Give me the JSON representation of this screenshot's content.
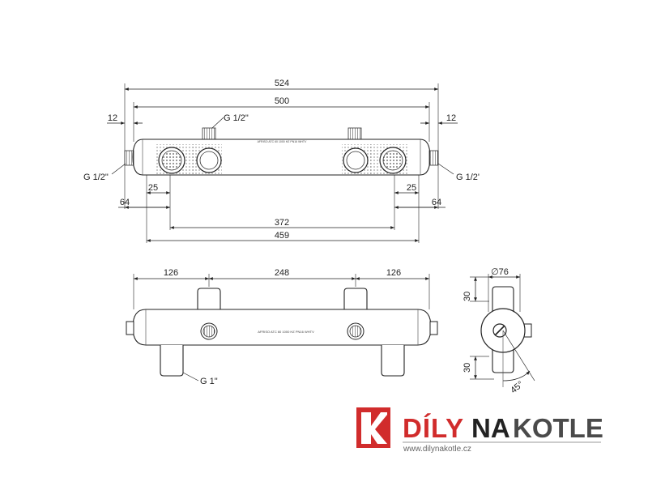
{
  "top_view": {
    "dims": {
      "overall_length": "524",
      "body_length": "500",
      "end_cap_left": "12",
      "end_cap_right": "12",
      "offset_left": "25",
      "offset_right": "25",
      "port_left": "64",
      "port_right": "64",
      "inner_span": "372",
      "outer_span": "459"
    },
    "thread_top": "G 1/2\"",
    "thread_left": "G 1/2\"",
    "thread_right": "G 1/2'",
    "stamp": "AFRISO ATC 60 1000 HZ PN16 WHTV"
  },
  "front_view": {
    "dims": {
      "left_segment": "126",
      "middle_segment": "248",
      "right_segment": "126"
    },
    "thread_bottom": "G 1\"",
    "stamp": "AFRISO ATC 60 1000 HZ PN16 WHTV"
  },
  "side_view": {
    "diameter": "∅76",
    "dim_top": "30",
    "dim_bottom": "30",
    "angle": "45°"
  },
  "logo": {
    "word1": "DÍLY",
    "word2": "NA",
    "word3": "KOTLE",
    "url": "www.dilynakotle.cz",
    "colors": {
      "red": "#d12c2c",
      "gray": "#4a4a4a",
      "dark": "#222222"
    }
  }
}
